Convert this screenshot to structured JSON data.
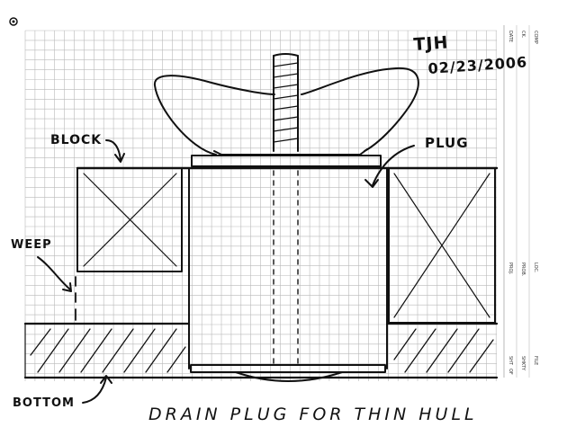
{
  "labels": {
    "author": "TJH",
    "date": "02/23/2006",
    "block": "BLOCK",
    "plug": "PLUG",
    "weep": "WEEP",
    "bottom": "BOTTOM",
    "title": "DRAIN PLUG FOR THIN HULL"
  },
  "form_fields": {
    "date": "DATE",
    "ck": "CK.",
    "comp": "COMP",
    "proj": "PROJ.",
    "prob": "PROB.",
    "loc": "LOC.",
    "sht": "SHT",
    "of": "OF",
    "shktyp": "SHKTY",
    "file": "FILE"
  },
  "colors": {
    "grid": "#b9b9b9",
    "ink": "#111111",
    "paper": "#ffffff"
  }
}
